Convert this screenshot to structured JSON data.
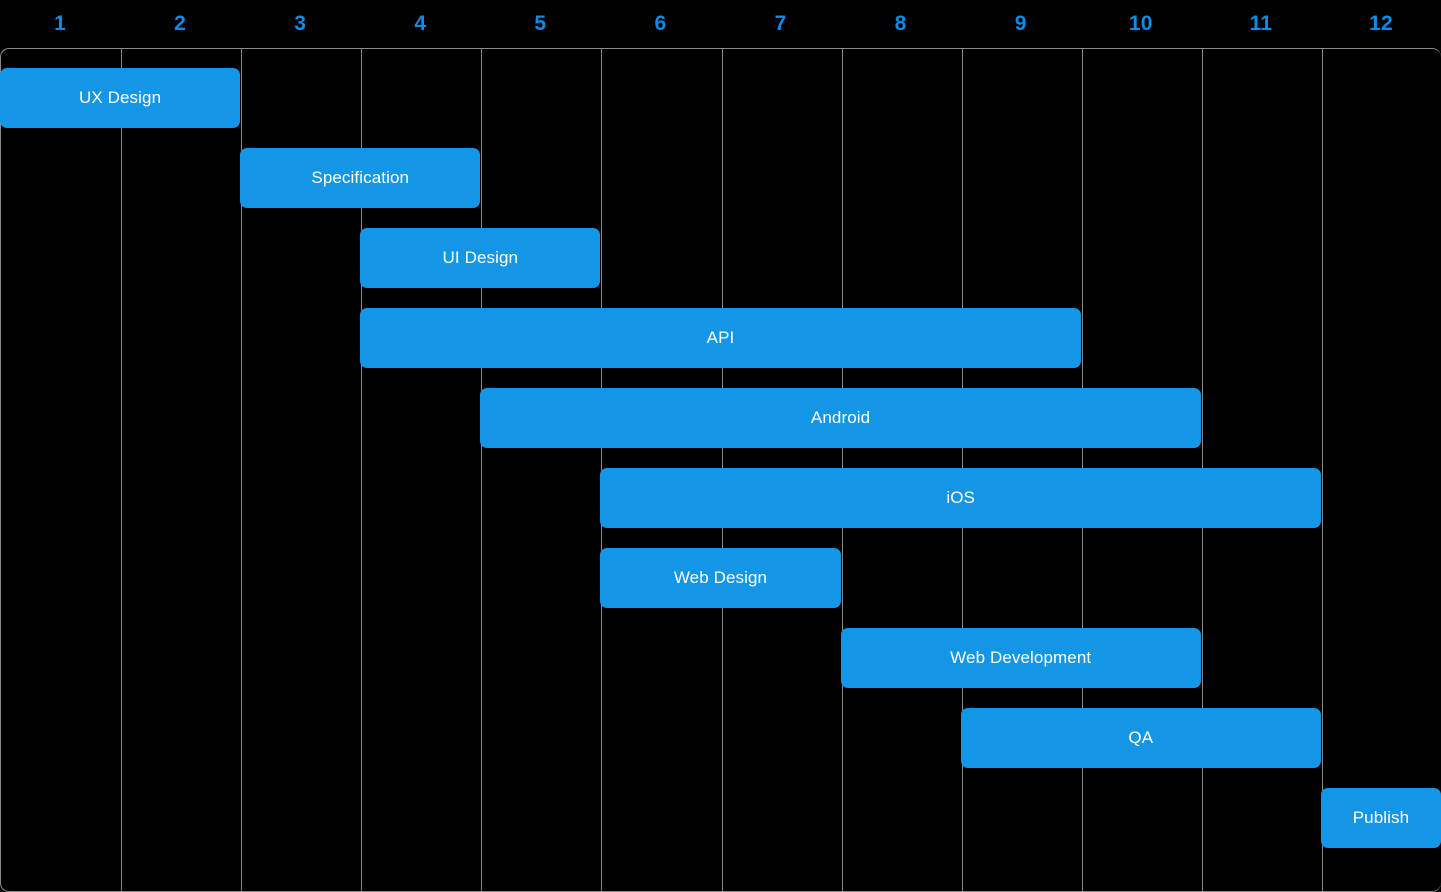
{
  "chart_data": {
    "type": "bar",
    "title": "",
    "xlabel": "",
    "ylabel": "",
    "orientation": "horizontal",
    "subtype": "gantt",
    "axis_ticks": [
      "1",
      "2",
      "3",
      "4",
      "5",
      "6",
      "7",
      "8",
      "9",
      "10",
      "11",
      "12"
    ],
    "xlim": [
      0,
      12
    ],
    "grid": true,
    "legend": "none",
    "colors": {
      "bar": "#1496e6",
      "bar_label": "#ffffff",
      "axis_tick": "#0c8ce9",
      "gridline": "#8a8a8a",
      "background": "#000000"
    },
    "categories": [
      "UX Design",
      "Specification",
      "UI Design",
      "API",
      "Android",
      "iOS",
      "Web Design",
      "Web Development",
      "QA",
      "Publish"
    ],
    "tasks": [
      {
        "name": "UX Design",
        "start": 0,
        "end": 2,
        "row": 0,
        "duration": 2
      },
      {
        "name": "Specification",
        "start": 2,
        "end": 4,
        "row": 1,
        "duration": 2
      },
      {
        "name": "UI Design",
        "start": 3,
        "end": 5,
        "row": 2,
        "duration": 2
      },
      {
        "name": "API",
        "start": 3,
        "end": 9,
        "row": 3,
        "duration": 6
      },
      {
        "name": "Android",
        "start": 4,
        "end": 10,
        "row": 4,
        "duration": 6
      },
      {
        "name": "iOS",
        "start": 5,
        "end": 11,
        "row": 5,
        "duration": 6
      },
      {
        "name": "Web Design",
        "start": 5,
        "end": 7,
        "row": 6,
        "duration": 2
      },
      {
        "name": "Web Development",
        "start": 7,
        "end": 10,
        "row": 7,
        "duration": 3
      },
      {
        "name": "QA",
        "start": 8,
        "end": 11,
        "row": 8,
        "duration": 3
      },
      {
        "name": "Publish",
        "start": 11,
        "end": 12,
        "row": 9,
        "duration": 1
      }
    ]
  }
}
